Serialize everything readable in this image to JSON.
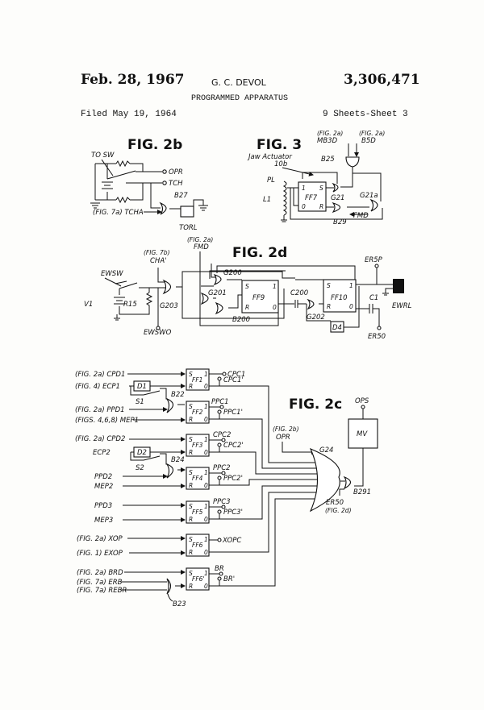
{
  "header": {
    "date": "Feb. 28, 1967",
    "inventor": "G. C. DEVOL",
    "patent_number": "3,306,471",
    "title": "PROGRAMMED APPARATUS",
    "filed": "Filed May 19, 1964",
    "sheets": "9 Sheets-Sheet 3"
  },
  "pins": {
    "s": "S",
    "r": "R",
    "one": "1",
    "zero": "0"
  },
  "fig2b": {
    "title": "FIG. 2b",
    "to_sw": "TO SW",
    "opr": "OPR",
    "tch": "TCH",
    "b27": "B27",
    "tcha": "(FIG. 7a) TCHA",
    "torl": "TORL"
  },
  "fig3": {
    "title": "FIG. 3",
    "mb3d_ref": "(FIG. 2a)",
    "mb3d": "MB3D",
    "b5d_ref": "(FIG. 2a)",
    "b5d": "B5D",
    "b25": "B25",
    "jaw": "Jaw Actuator",
    "jaw_num": "10b",
    "pl": "PL",
    "l1": "L1",
    "ff7": "FF7",
    "g21": "G21",
    "g21a": "G21a",
    "b29": "B29",
    "fmd": "FMD"
  },
  "fig2d": {
    "title": "FIG. 2d",
    "cha_ref": "(FIG. 7b)",
    "cha": "CHA'",
    "fmd_ref": "(FIG. 2a)",
    "fmd": "FMD",
    "ewsw": "EWSW",
    "v1": "V1",
    "r15": "R15",
    "g203": "G203",
    "ewswo": "EWSWO",
    "g200": "G200",
    "g201": "G201",
    "b200": "B200",
    "ff9": "FF9",
    "c200": "C200",
    "g202": "G202",
    "ff10": "FF10",
    "d4": "D4",
    "er5p": "ER5P",
    "c1": "C1",
    "ewrl": "EWRL",
    "er50": "ER50"
  },
  "fig2c": {
    "title": "FIG. 2c",
    "in_cpd1": "(FIG. 2a) CPD1",
    "in_ecp1": "(FIG. 4) ECP1",
    "d1": "D1",
    "s1": "S1",
    "b22": "B22",
    "in_ppd1": "(FIG. 2a) PPD1",
    "in_mep1": "(FIGS. 4,6,8) MEP1",
    "in_cpd2": "(FIG. 2a) CPD2",
    "in_ecp2": "ECP2",
    "d2": "D2",
    "s2": "S2",
    "b24": "B24",
    "in_ppd2": "PPD2",
    "in_mep2": "MEP2",
    "in_ppd3": "PPD3",
    "in_mep3": "MEP3",
    "in_xop": "(FIG. 2a) XOP",
    "in_exop": "(FIG. 1) EXOP",
    "in_brd": "(FIG. 2a) BRD",
    "in_erb": "(FIG. 7a) ERB",
    "in_rebr": "(FIG. 7a) REBR",
    "b23": "B23",
    "ff1": "FF1",
    "ff2": "FF2",
    "ff3": "FF3",
    "ff4": "FF4",
    "ff5": "FF5",
    "ff6": "FF6",
    "ff6p": "FF6'",
    "cpc1": "CPC1",
    "cpc1p": "CPC1'",
    "ppc1": "PPC1",
    "ppc1p": "PPC1'",
    "cpc2": "CPC2",
    "cpc2p": "CPC2'",
    "ppc2": "PPC2",
    "ppc2p": "PPC2'",
    "ppc3": "PPC3",
    "ppc3p": "PPC3'",
    "xopc": "XOPC",
    "br": "BR",
    "brp": "BR'",
    "opr_ref": "(FIG. 2b)",
    "opr": "OPR",
    "g24": "G24",
    "ops": "OPS",
    "mv": "MV",
    "b291": "B291",
    "er50": "ER50",
    "er50_ref": "(FIG. 2d)"
  }
}
